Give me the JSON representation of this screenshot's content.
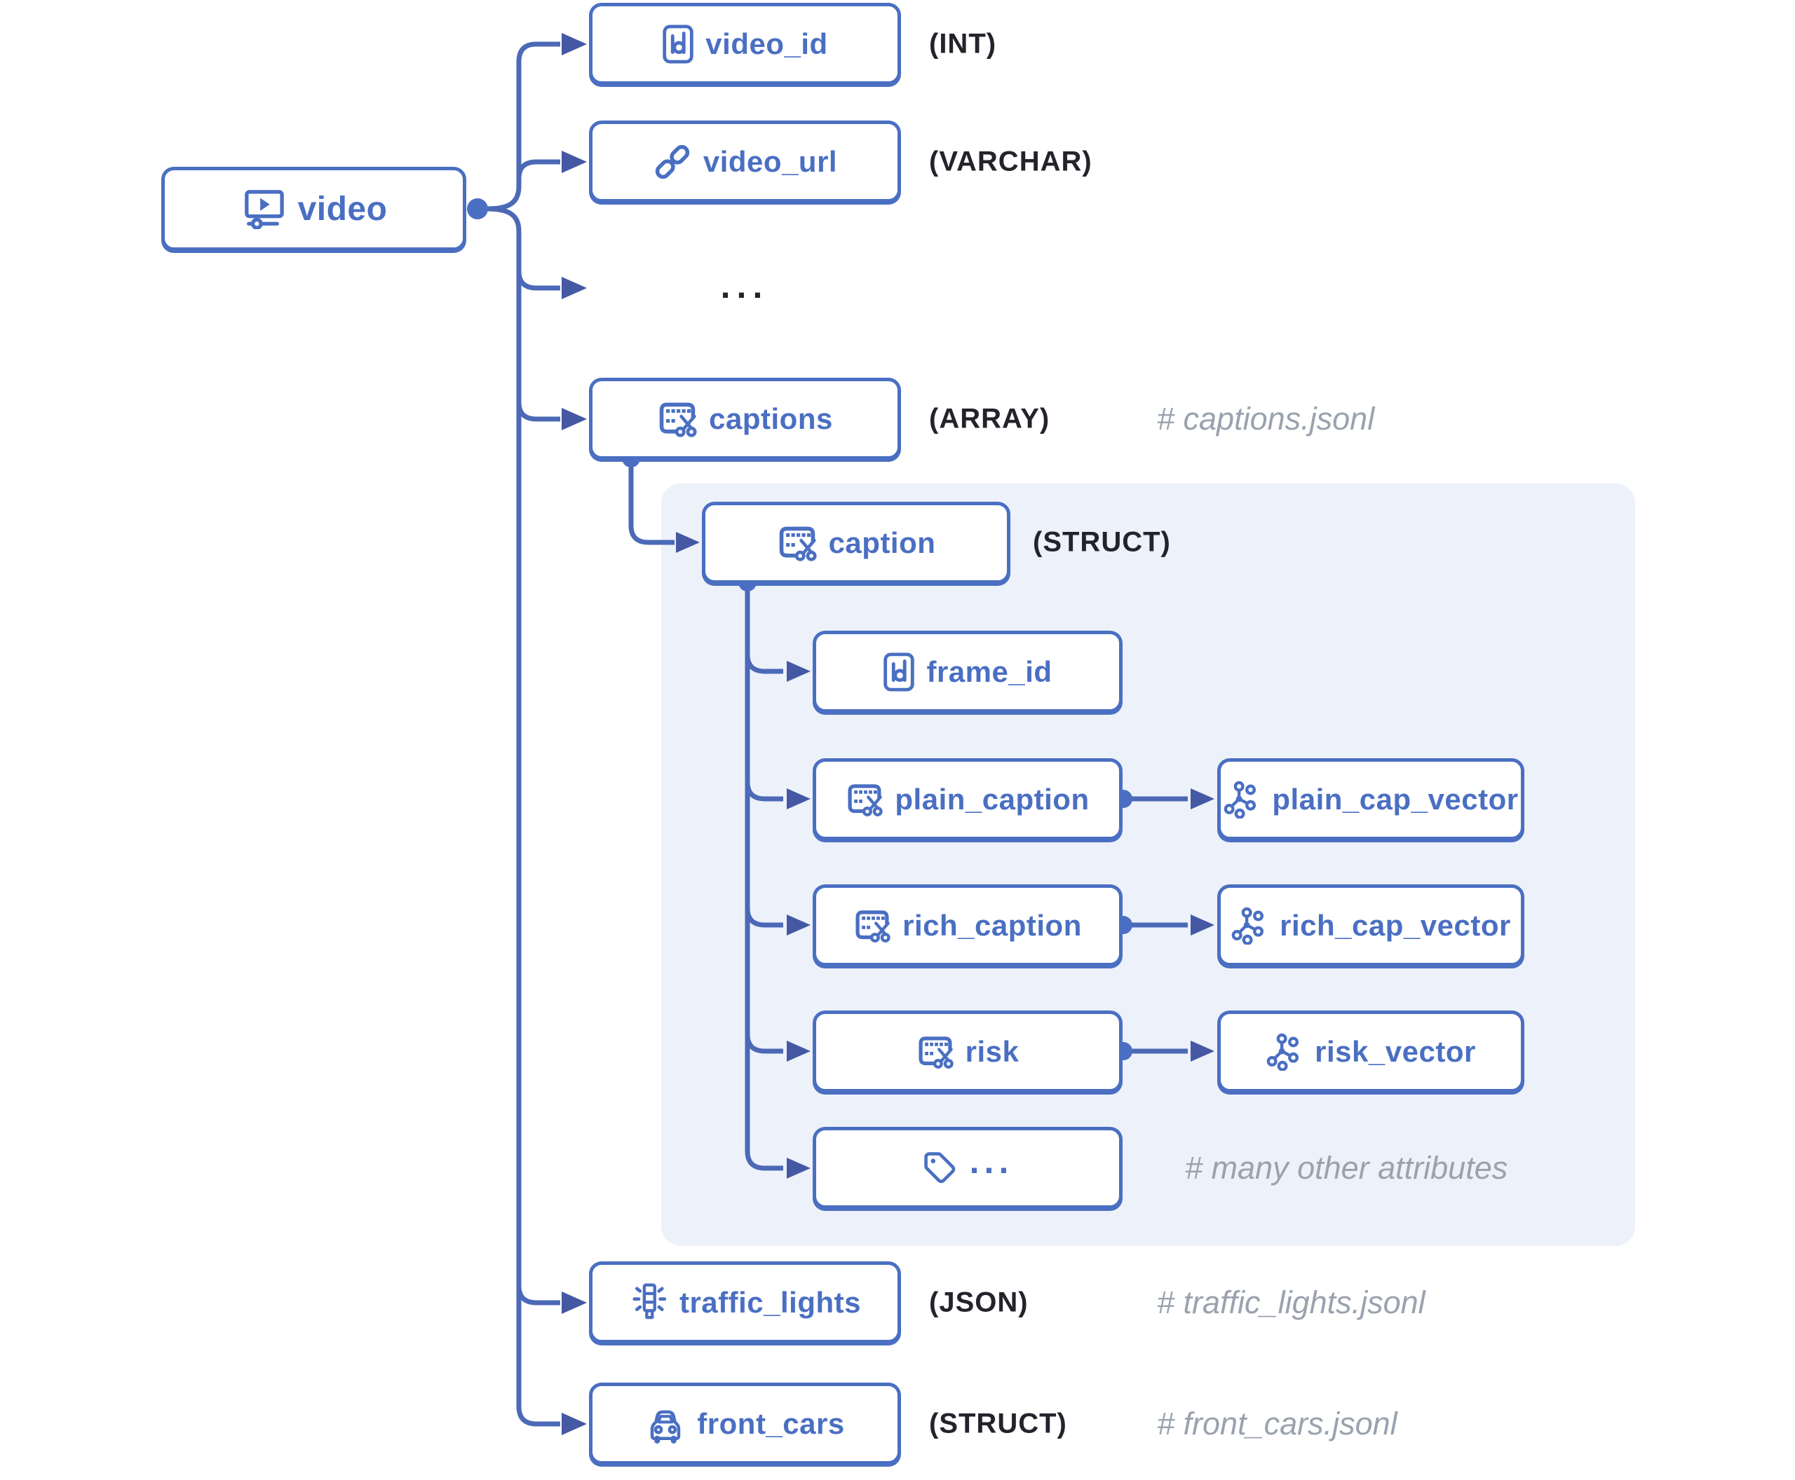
{
  "diagram": {
    "nodes": {
      "video": {
        "label": "video"
      },
      "video_id": {
        "label": "video_id",
        "type": "(INT)"
      },
      "video_url": {
        "label": "video_url",
        "type": "(VARCHAR)"
      },
      "ellipsis_row": {
        "label": "..."
      },
      "captions": {
        "label": "captions",
        "type": "(ARRAY)",
        "comment": "# captions.jsonl"
      },
      "caption": {
        "label": "caption",
        "type": "(STRUCT)"
      },
      "frame_id": {
        "label": "frame_id"
      },
      "plain_caption": {
        "label": "plain_caption"
      },
      "plain_cap_vector": {
        "label": "plain_cap_vector"
      },
      "rich_caption": {
        "label": "rich_caption"
      },
      "rich_cap_vector": {
        "label": "rich_cap_vector"
      },
      "risk": {
        "label": "risk"
      },
      "risk_vector": {
        "label": "risk_vector"
      },
      "other_attrs": {
        "label": "...",
        "comment": "# many other attributes"
      },
      "traffic_lights": {
        "label": "traffic_lights",
        "type": "(JSON)",
        "comment": "# traffic_lights.jsonl"
      },
      "front_cars": {
        "label": "front_cars",
        "type": "(STRUCT)",
        "comment": "# front_cars.jsonl"
      }
    },
    "colors": {
      "accent_blue": "#4a6fc2",
      "connector_blue": "#4b69b6",
      "arrow_blue": "#4458a4",
      "panel_background": "#edf1f9",
      "type_text": "#23242b",
      "comment_text": "#9aa2ae"
    }
  }
}
